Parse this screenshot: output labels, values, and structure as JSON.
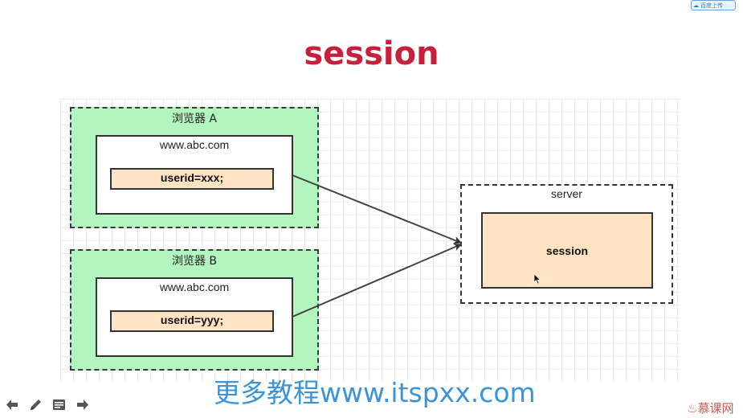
{
  "title": "session",
  "browser_a": {
    "label": "浏览器 A",
    "domain": "www.abc.com",
    "cookie": "userid=xxx;"
  },
  "browser_b": {
    "label": "浏览器 B",
    "domain": "www.abc.com",
    "cookie": "userid=yyy;"
  },
  "server": {
    "label": "server",
    "store": "session"
  },
  "watermark": "更多教程www.itspxx.com",
  "brand": "慕课网",
  "baidu_button": "百度上传",
  "colors": {
    "title": "#c8203c",
    "browser_fill": "#b2f5bf",
    "box_fill": "#fde3c3",
    "watermark": "#3b93d8"
  },
  "icons": [
    "prev-arrow-icon",
    "pen-icon",
    "notes-icon",
    "next-arrow-icon",
    "cloud-icon"
  ]
}
